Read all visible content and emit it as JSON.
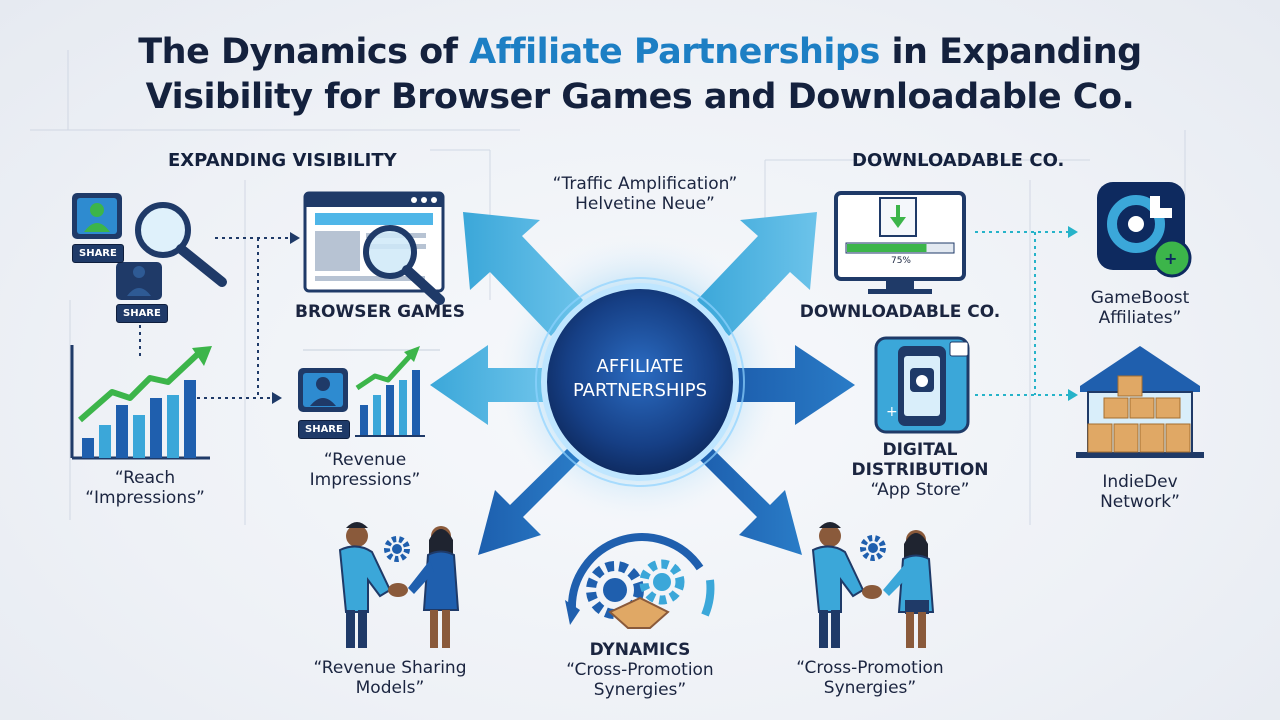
{
  "title": {
    "line1_pre": "The Dynamics of ",
    "line1_highlight": "Affiliate Partnerships",
    "line1_post": " in Expanding",
    "line2": "Visibility for Browser Games and Downloadable Co."
  },
  "hub": {
    "line1": "AFFILIATE",
    "line2": "PARTNERSHIPS"
  },
  "headings": {
    "expanding_visibility": "EXPANDING VISIBILITY",
    "downloadable_co_top": "DOWNLOADABLE CO."
  },
  "labels": {
    "traffic_1": "“Traffic Amplification”",
    "traffic_2": "Helvetine Neue”",
    "browser_games": "BROWSER GAMES",
    "downloadable_co": "DOWNLOADABLE CO.",
    "reach_1": "“Reach",
    "reach_2": "“Impressions”",
    "revenue_imp_1": "“Revenue",
    "revenue_imp_2": "Impressions”",
    "digital_1": "DIGITAL",
    "digital_2": "DISTRIBUTION",
    "digital_3": "“App Store”",
    "gameboost_1": "GameBoost",
    "gameboost_2": "Affiliates”",
    "indiedev_1": "IndieDev",
    "indiedev_2": "Network”",
    "rev_sharing_1": "“Revenue Sharing",
    "rev_sharing_2": "Models”",
    "dynamics": "DYNAMICS",
    "cross_mid_1": "“Cross-Promotion",
    "cross_mid_2": "Synergies”",
    "cross_right_1": "“Cross-Promotion",
    "cross_right_2": "Synergies”"
  },
  "share_label": "SHARE",
  "progress_text": "75%",
  "progress_fraction": 0.75,
  "colors": {
    "navy": "#14213d",
    "accent_blue": "#1d7fc4",
    "light_blue": "#3ba7d9",
    "green": "#3cb54a",
    "teal_dots": "#26b3c9"
  }
}
